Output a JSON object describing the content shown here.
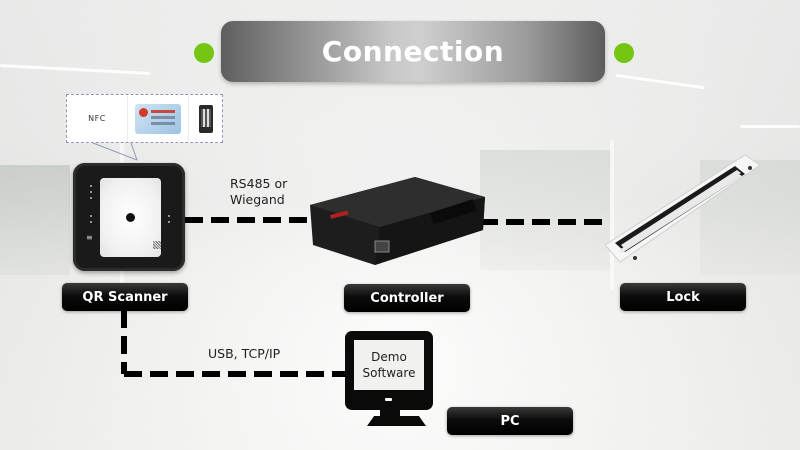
{
  "slide": {
    "title": "Connection",
    "accent_color": "#74c514",
    "background_color": "#e8e8e6"
  },
  "callout": {
    "items": [
      {
        "label": "NFC",
        "icon": "nfc-card-icon"
      },
      {
        "label": "",
        "icon": "id-card-icon"
      },
      {
        "label": "",
        "icon": "phone-qr-icon"
      }
    ]
  },
  "nodes": {
    "qr_scanner": {
      "label": "QR Scanner",
      "icon": "qr-scanner-device"
    },
    "controller": {
      "label": "Controller",
      "icon": "access-controller-device"
    },
    "lock": {
      "label": "Lock",
      "icon": "magnetic-lock-device"
    },
    "pc": {
      "label": "PC",
      "icon": "monitor-icon",
      "screen_text_line1": "Demo",
      "screen_text_line2": "Software"
    }
  },
  "connections": [
    {
      "from": "QR Scanner",
      "to": "Controller",
      "label_line1": "RS485 or",
      "label_line2": "Wiegand",
      "style": "dashed"
    },
    {
      "from": "Controller",
      "to": "Lock",
      "label": "",
      "style": "dashed"
    },
    {
      "from": "QR Scanner",
      "to": "PC",
      "label": "USB, TCP/IP",
      "style": "dashed"
    }
  ]
}
